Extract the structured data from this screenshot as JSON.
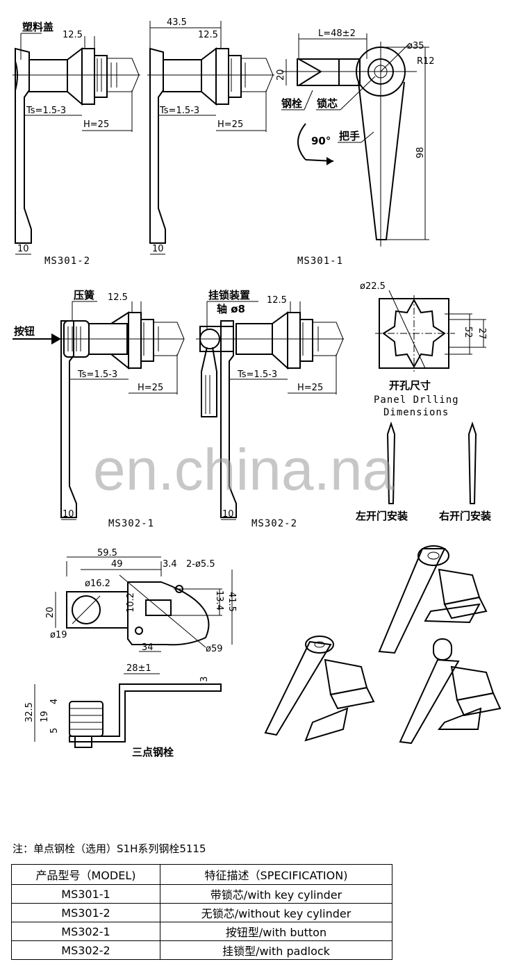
{
  "drawings": {
    "ms301_2": {
      "model": "MS301-2",
      "plastic_cover": "塑料盖",
      "dim_top": "12.5",
      "ts": "Ts=1.5-3",
      "h": "H=25",
      "width": "10"
    },
    "ms301_2b": {
      "dim_43": "43.5",
      "dim_top": "12.5",
      "ts": "Ts=1.5-3",
      "h": "H=25",
      "width": "10"
    },
    "ms301_1": {
      "model": "MS301-1",
      "l": "L=48±2",
      "dia": "ø35",
      "r": "R12",
      "h20": "20",
      "h98": "98",
      "bolt": "钢栓",
      "core": "锁芯",
      "rotate": "90°",
      "handle": "把手"
    },
    "ms302_1": {
      "model": "MS302-1",
      "spring": "压簧",
      "button": "按钮",
      "dim_top": "12.5",
      "ts": "Ts=1.5-3",
      "h": "H=25",
      "width": "10"
    },
    "ms302_2": {
      "model": "MS302-2",
      "padlock": "挂锁装置",
      "shaft": "轴 ø8",
      "dim_top": "12.5",
      "ts": "Ts=1.5-3",
      "h": "H=25",
      "width": "10"
    },
    "panel": {
      "dia": "ø22.5",
      "d52": "52",
      "d27": "27",
      "title_cn": "开孔尺寸",
      "title_en1": "Panel Drlling",
      "title_en2": "Dimensions",
      "left": "左开门安装",
      "right": "右开门安装"
    },
    "three_point": {
      "d595": "59.5",
      "d49": "49",
      "d34a": "3.4",
      "holes": "2-ø5.5",
      "d162": "ø16.2",
      "d102": "10.2",
      "d20": "20",
      "d19": "ø19",
      "d34": "34",
      "d59": "ø59",
      "d134": "13.4",
      "d415": "41.5",
      "d28": "28±1",
      "d3": "3",
      "d325": "32.5",
      "d4": "4",
      "d19b": "19",
      "d5": "5",
      "title": "三点钢栓"
    },
    "watermark": "en.china.na"
  },
  "note": "注：单点钢栓（选用）S1H系列钢栓5115",
  "table": {
    "headers": [
      "产品型号（MODEL)",
      "特征描述（SPECIFICATION)"
    ],
    "rows": [
      [
        "MS301-1",
        "带锁芯/with key cylinder"
      ],
      [
        "MS301-2",
        "无锁芯/without key cylinder"
      ],
      [
        "MS302-1",
        "按钮型/with button"
      ],
      [
        "MS302-2",
        "挂锁型/with padlock"
      ]
    ]
  }
}
